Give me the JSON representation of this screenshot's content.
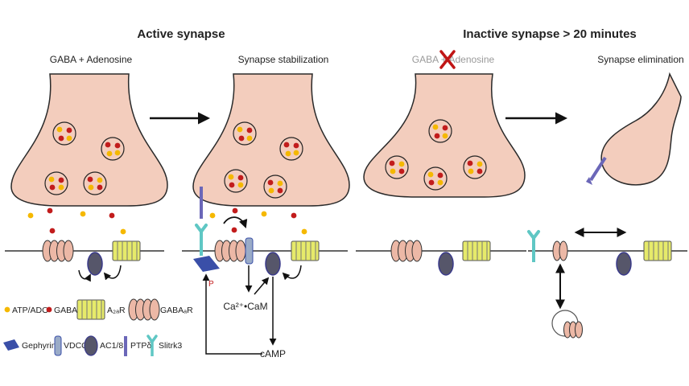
{
  "headers": {
    "active": "Active synapse",
    "inactive": "Inactive synapse > 20 minutes"
  },
  "stages": {
    "s1": "GABA + Adenosine",
    "s2": "Synapse stabilization",
    "s3": "GABA + Adenosine",
    "s4": "Synapse elimination"
  },
  "labels": {
    "ca_cam": "Ca²⁺•CaM",
    "camp": "cAMP",
    "p": "P"
  },
  "legend": {
    "atp_ado": "ATP/ADO",
    "gaba": "GABA",
    "a2ar": "A₂ₐR",
    "gabaar": "GABAₐR",
    "gephyrin": "Gephyrin",
    "vdcc": "VDCC",
    "ac18": "AC1/8",
    "ptpd": "PTPδ",
    "slitrk3": "Slitrk3"
  },
  "colors": {
    "terminal": "#f3cdbd",
    "terminal_stroke": "#2a2a2a",
    "atp_ado": "#f5b800",
    "gaba": "#c21c1c",
    "a2ar": "#e6ea6a",
    "gabaar": "#ecb8a6",
    "gephyrin": "#3a4fa8",
    "vdcc": "#9aabc7",
    "ac18": "#56566a",
    "ptpd": "#6b67b8",
    "slitrk3": "#5fc7c4",
    "cross": "#c01515",
    "membrane": "#666666"
  },
  "icons": [
    "arrow-right-icon",
    "double-arrow-icon",
    "cross-out-icon"
  ]
}
